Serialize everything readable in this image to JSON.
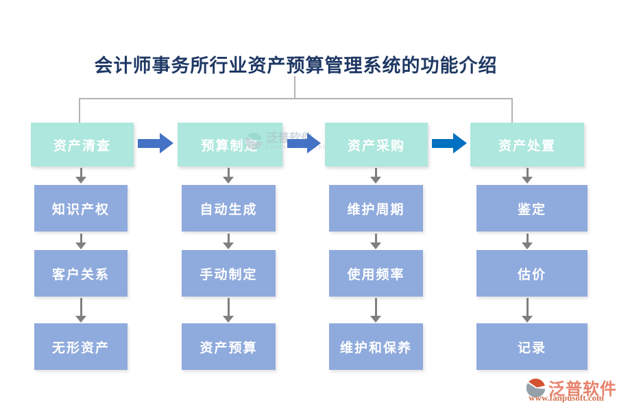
{
  "title": "会计师事务所行业资产预算管理系统的功能介绍",
  "columns": [
    {
      "header": "资产清查",
      "items": [
        "知识产权",
        "客户关系",
        "无形资产"
      ]
    },
    {
      "header": "预算制定",
      "items": [
        "自动生成",
        "手动制定",
        "资产预算"
      ]
    },
    {
      "header": "资产采购",
      "items": [
        "维护周期",
        "使用频率",
        "维护和保养"
      ]
    },
    {
      "header": "资产处置",
      "items": [
        "鉴定",
        "估价",
        "记录"
      ]
    }
  ],
  "watermark": {
    "name": "泛普软件",
    "sub": "FANPU SOFTWARE"
  },
  "brand": {
    "name": "泛普软件",
    "url": "www.fanpusoft.com"
  },
  "colors": {
    "title_text": "#1f3864",
    "stage_box_bg": "#aee7dd",
    "item_box_bg": "#8faadc",
    "box_text": "#ffffff",
    "flow_arrow_blue": "#4472c4",
    "flow_arrow_dark_blue": "#0070c0",
    "down_arrow_gray": "#7f7f7f",
    "connector_line_gray": "#b3b3b3",
    "brand_orange": "#e8826b",
    "brand_url_orange": "#d2724f"
  }
}
